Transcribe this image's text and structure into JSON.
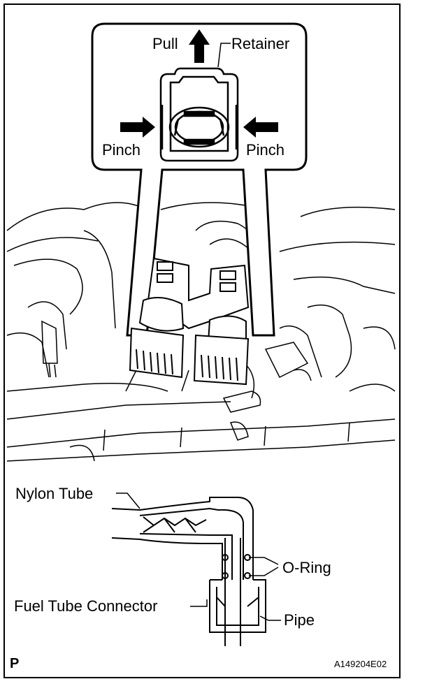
{
  "callouts": {
    "pull": "Pull",
    "retainer": "Retainer",
    "pinch_left": "Pinch",
    "pinch_right": "Pinch",
    "nylon_tube": "Nylon Tube",
    "o_ring": "O-Ring",
    "fuel_tube_connector": "Fuel Tube Connector",
    "pipe": "Pipe"
  },
  "footer": {
    "page_letter": "P",
    "figure_code": "A149204E02"
  }
}
